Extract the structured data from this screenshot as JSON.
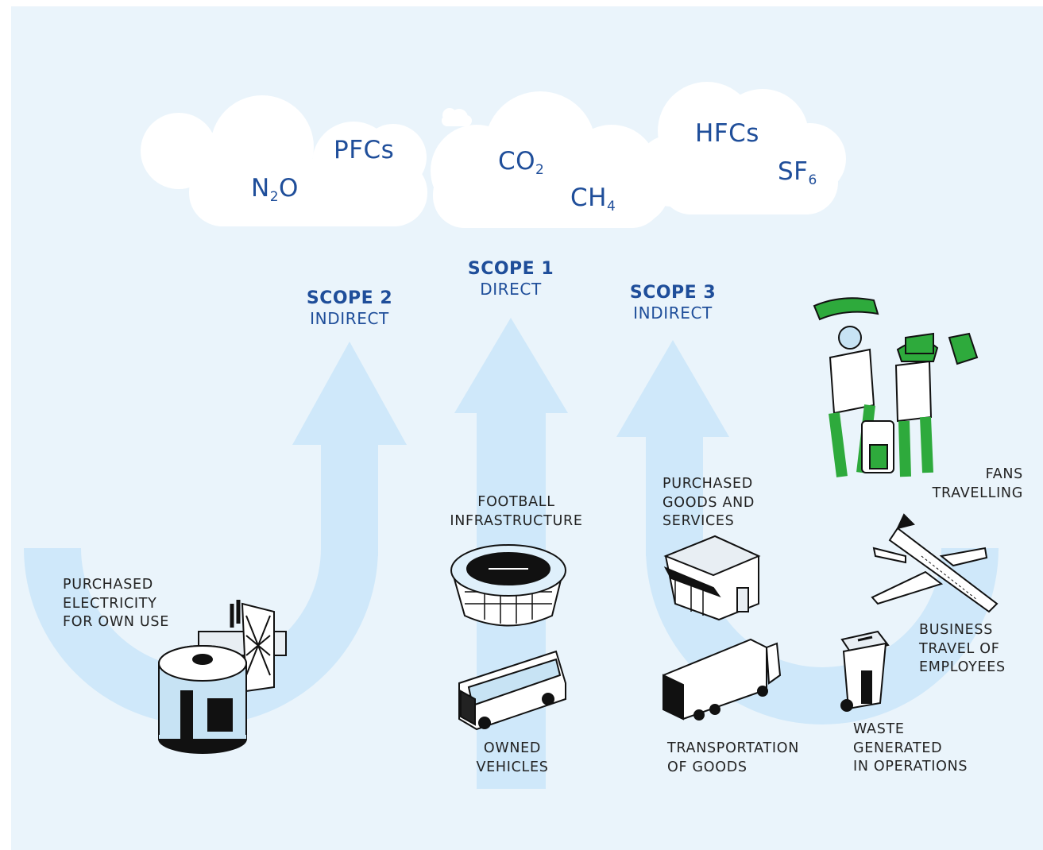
{
  "gases": {
    "n2o": {
      "base": "N",
      "sub": "2",
      "tail": "O"
    },
    "pfcs": "PFCs",
    "co2": {
      "base": "CO",
      "sub": "2"
    },
    "ch4": {
      "base": "CH",
      "sub": "4"
    },
    "hfcs": "HFCs",
    "sf6": {
      "base": "SF",
      "sub": "6"
    }
  },
  "scopes": {
    "scope1": {
      "title": "SCOPE 1",
      "subtitle": "DIRECT"
    },
    "scope2": {
      "title": "SCOPE 2",
      "subtitle": "INDIRECT"
    },
    "scope3": {
      "title": "SCOPE 3",
      "subtitle": "INDIRECT"
    }
  },
  "sources": {
    "purchased_electricity": "PURCHASED\nELECTRICITY\nFOR OWN USE",
    "football_infrastructure": "FOOTBALL\nINFRASTRUCTURE",
    "owned_vehicles": "OWNED\nVEHICLES",
    "purchased_goods": "PURCHASED\nGOODS AND\nSERVICES",
    "transportation_goods": "TRANSPORTATION\nOF GOODS",
    "fans_travelling": "FANS\nTRAVELLING",
    "business_travel": "BUSINESS\nTRAVEL OF\nEMPLOYEES",
    "waste": "WASTE\nGENERATED\nIN OPERATIONS"
  },
  "colors": {
    "background": "#eaf4fb",
    "arrow": "#cfe8fa",
    "cloud": "#ffffff",
    "accent_text": "#1f4e9a",
    "fans_green": "#2eaa3c"
  },
  "icons": [
    "power-plant-icon",
    "stadium-icon",
    "bus-icon",
    "shop-icon",
    "truck-icon",
    "fans-icon",
    "airplane-icon",
    "waste-bin-icon"
  ]
}
